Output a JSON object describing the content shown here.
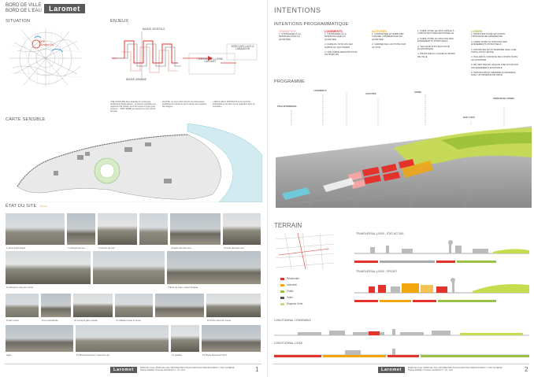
{
  "page1": {
    "title_line1": "BORD DE VILLE",
    "title_line2": "BORD DE L'EAU",
    "logo": "Laromet",
    "situation": {
      "heading": "SITUATION",
      "map_labels": [
        "SITE",
        "(Sonlight So)"
      ]
    },
    "enjeux": {
      "heading": "ENJEUX",
      "diagram": {
        "top": "BANDE VÉGÉTALE",
        "bottom": "BANDE URBAINE",
        "right_box": "TERRAIN DE L'USINE LAROMET",
        "far_box": "BORD DES LACS À L'ABANDON"
      },
      "texts": [
        "UNE COUTURE dans laquelle il n'existe pas réellement d'états idéaux : occasions possibles du règlement de l'urbain au fil du temps en l'une pour soutenir... UNE TRAME qui devient un port à bord de l'eau",
        "LE SITE, un pont ordre d'écrire les dimensions sensibles de l'urbain et de la nature aux espaces des berges...",
        "- DEUX LIEUX DISTINCTS entre la friche industrielle et les lacs qui se regardent sans se connaître..."
      ]
    },
    "carte": {
      "heading": "CARTE SENSIBLE"
    },
    "etat": {
      "heading": "ÉTAT DU SITE",
      "sub": "Photo",
      "captions": [
        "1 usine Nord-Ouest",
        "2 entrepôt de vue",
        "3 chemin du Lac",
        "4 bords des lacs sud",
        "5 bords des lacs sud",
        "6 entrepôt le long de l'usine",
        "7 Bord de l'eau / Lacul Chiajna",
        "8 parc ouvert",
        "9 rue industrielle",
        "10 entrepôt gare réseau",
        "11 château d'eau et stoca",
        "12 friche Nord de l'usine",
        "signe",
        "13 Mount Kachmar / Lacul du Lac",
        "14 gardien",
        "15 Route Bucuresti Nord"
      ]
    },
    "footer": {
      "logo": "Laromet",
      "line1": "BORD DE VILLE / BORD DE L'EAU  DIPLÔME HMO-PCE EN ARCHITECTURE  BUCURESTI  |  JURY EXTERNE",
      "line2": "Philippe BARRE / Christelle LECOEUR  17 - 03 - 2011",
      "page": "1"
    }
  },
  "page2": {
    "heading": "INTENTIONS",
    "sub_heading": "INTENTIONS PROGRAMMATIQUE",
    "programme": "PROGRAMME",
    "columns": [
      {
        "head": "TRANSPORT",
        "color": "#f4a6a6",
        "items": [
          "1. S'INTÉGRER À LA MORPHOLOGIE DU QUARTIER"
        ]
      },
      {
        "head": "LOGEMENTS",
        "color": "#e4322c",
        "items": [
          "1. S'INTÉGRER À LA MORPHOLOGIE DU QUARTIER",
          "2. FAIRE DU SITE UN LIEU HABITÉ AU QUOTIDIEN",
          "3. UNE FABLE DENSITÉ POUR UN BORD DE"
        ]
      },
      {
        "head": "ACTIVITÉS",
        "color": "#f2a60d",
        "items": [
          "1. COMPLÉTER ET ENRICHIR L'OFFRE COMMERCIALE DU QUARTIER",
          "2. GARDER DE L'ACTIVITÉ SUR LE SITE"
        ]
      },
      {
        "head": "",
        "color": "#666666",
        "items": [
          "1. FAIRE VIVRE LE SITE GRÂCE À L'ARCHITECTURE INDUSTRIELLE",
          "2. FAIRE VIVRE LE SITE PAR DES ÉVÉNEMENTS PONCTUELS",
          "3. VECTEUR D'ATTRACTIVITÉ ÉCONOMIQUE",
          "4. PROFITER DU CALME DU BORD DE VILLE"
        ]
      },
      {
        "head": "LOISIRS",
        "color": "#9bc04a",
        "items": [
          "1. PROFITER D'UNE SITUATION TOPOGRAPHIE GÉNÉREUSE",
          "2. FAIRE VIVRE LE SITE PAR DES ÉVÉNEMENTS PONCTUELS",
          "3. APPORTER DU DYNAMISME AVEC UNE POPULATION JEUNE",
          "4. PALLIER AU MANQUE DE LOISIRS DANS LE QUARTIER",
          "5. RÉ-METTRE EN VALEUR UNE SITUATION ANCIENNEMENT EXISTANTE",
          "6. PERCEVOIR ET RENDRE ACCESSIBLE AVEC UN MINIMUM DE MATÉ"
        ]
      }
    ],
    "prog_labels": [
      "PÔLE INTERMODAL",
      "LOGEMENTS",
      "ACTIVITÉS",
      "SCÈNE",
      "BAR / CAFÉ",
      "TERRAIN DE LOISIRS"
    ],
    "terrain": {
      "heading": "TERRAIN",
      "transversal_actuel": "TRANSVERSAL 1/1000 - ÉTAT ACTUEL",
      "transversal_projet": "TRANSVERSAL 1/1000 - PROJET",
      "longitudinal_ensemble": "LONGITUDINAL L'ENSEMBLE",
      "longitudinal": "LONGITUDINAL 1/1000",
      "legend": [
        {
          "label": "Résidentiel",
          "color": "#e4322c"
        },
        {
          "label": "Industriel",
          "color": "#f2a60d"
        },
        {
          "label": "Public",
          "color": "#9bc04a"
        },
        {
          "label": "Voirie",
          "color": "#555555"
        },
        {
          "label": "Espaces Verts",
          "color": "#c7d98a"
        }
      ]
    },
    "footer": {
      "logo": "Laromet",
      "line1": "BORD DE VILLE / BORD DE L'EAU  DIPLÔME HMO-PCE EN ARCHITECTURE  BUCURESTI  |  JURY EXTERNE",
      "line2": "Philippe BARRE / Christelle LECOEUR  17 - 03 - 2011",
      "page": "2"
    }
  }
}
